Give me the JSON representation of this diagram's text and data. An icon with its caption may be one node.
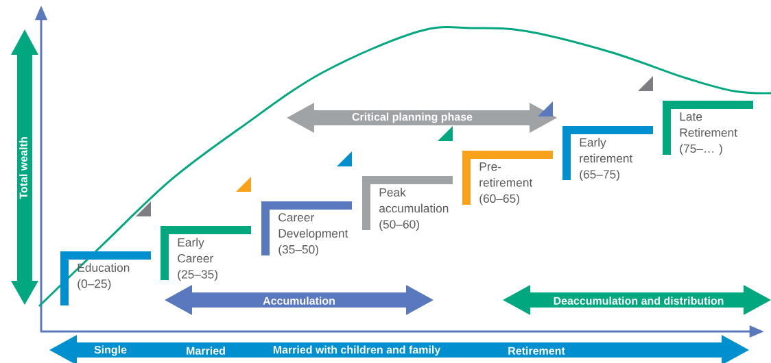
{
  "diagram": {
    "nodes": [
      {
        "text": [
          "Education",
          "(0–25)"
        ]
      },
      {
        "text": [
          "Early Career",
          "(25–35)"
        ]
      },
      {
        "text": [
          "Career Development",
          "(35–50)"
        ]
      },
      {
        "text": [
          "Peak accumulation",
          "(50–60)"
        ]
      },
      {
        "text": [
          "Pre-retirement",
          "(60–65)"
        ]
      },
      {
        "text": [
          "Early retirement",
          "(65–75)"
        ]
      },
      {
        "text": [
          "Late Retirement",
          "(75–… )"
        ]
      }
    ],
    "labels": [
      "Total wealth",
      "Critical planning phase",
      "Accumulation",
      "Deaccumulation and distribution",
      "Single",
      "Married",
      "Married with children and family",
      "Retirement"
    ]
  }
}
